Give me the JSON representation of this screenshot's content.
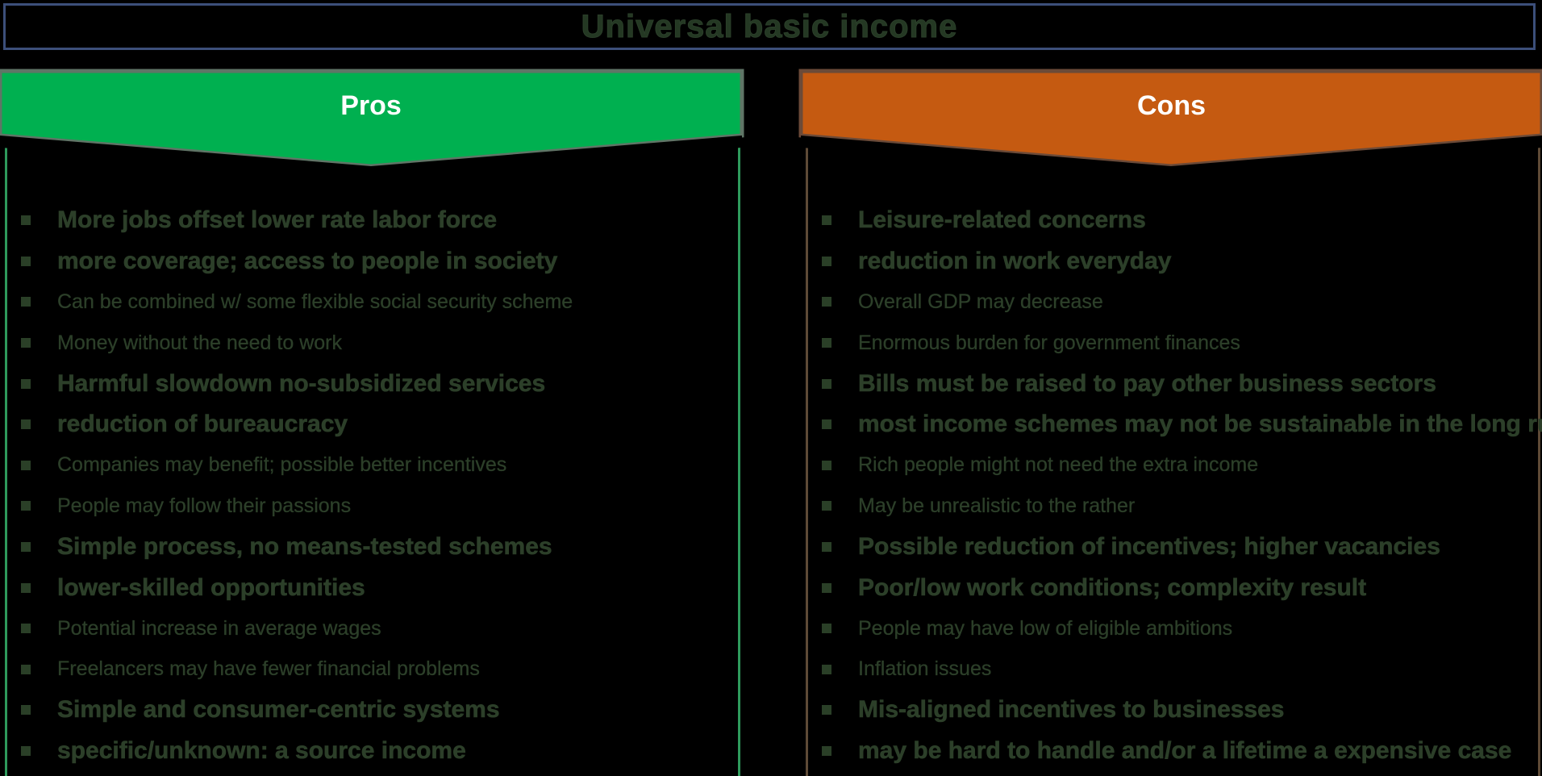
{
  "title": "Universal basic income",
  "colors": {
    "pros_header": "#00b050",
    "pros_border": "#2e9a5c",
    "cons_header": "#c55a11",
    "cons_border": "#5e4a36",
    "title_border": "#3c4f7a",
    "text": "#2c3f29",
    "background": "#000000"
  },
  "pros": {
    "header": "Pros",
    "items": [
      "More jobs offset lower rate labor force",
      "more coverage; access to people in society",
      "Can be combined w/ some flexible social security scheme",
      "Money without the need to work",
      "Harmful slowdown no-subsidized services",
      "reduction of bureaucracy",
      "Companies may benefit; possible better incentives",
      "People may follow their passions",
      "Simple process, no means-tested schemes",
      "lower-skilled opportunities",
      "Potential increase in average wages",
      "Freelancers may have fewer financial problems",
      "Simple and consumer-centric systems",
      "specific/unknown: a source income"
    ]
  },
  "cons": {
    "header": "Cons",
    "items": [
      "Leisure-related concerns",
      "reduction in work everyday",
      "Overall GDP may decrease",
      "Enormous burden for government finances",
      "Bills must be raised to pay other business sectors",
      "most income schemes may not be sustainable in the long run",
      "Rich people might not need the extra income",
      "May be unrealistic to the rather",
      "Possible reduction of incentives; higher vacancies",
      "Poor/low work conditions; complexity result",
      "People may have low of eligible ambitions",
      "Inflation issues",
      "Mis-aligned incentives to businesses",
      "may be hard to handle and/or a lifetime a expensive case"
    ]
  }
}
